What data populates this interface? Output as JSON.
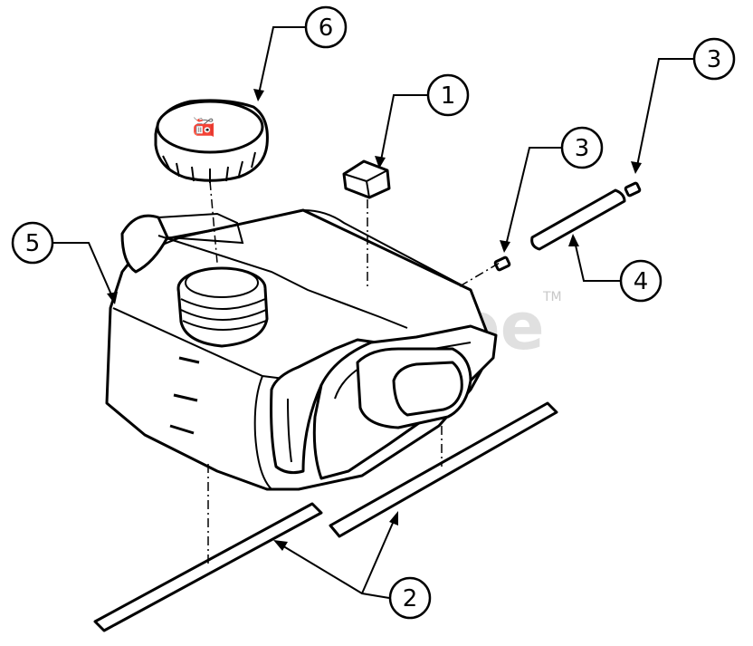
{
  "diagram": {
    "callouts": [
      {
        "id": "callout-1",
        "label": "1"
      },
      {
        "id": "callout-2",
        "label": "2"
      },
      {
        "id": "callout-3a",
        "label": "3"
      },
      {
        "id": "callout-3b",
        "label": "3"
      },
      {
        "id": "callout-4",
        "label": "4"
      },
      {
        "id": "callout-5",
        "label": "5"
      },
      {
        "id": "callout-6",
        "label": "6"
      }
    ],
    "watermark": {
      "text": "PartsTree",
      "tm": "TM"
    }
  }
}
